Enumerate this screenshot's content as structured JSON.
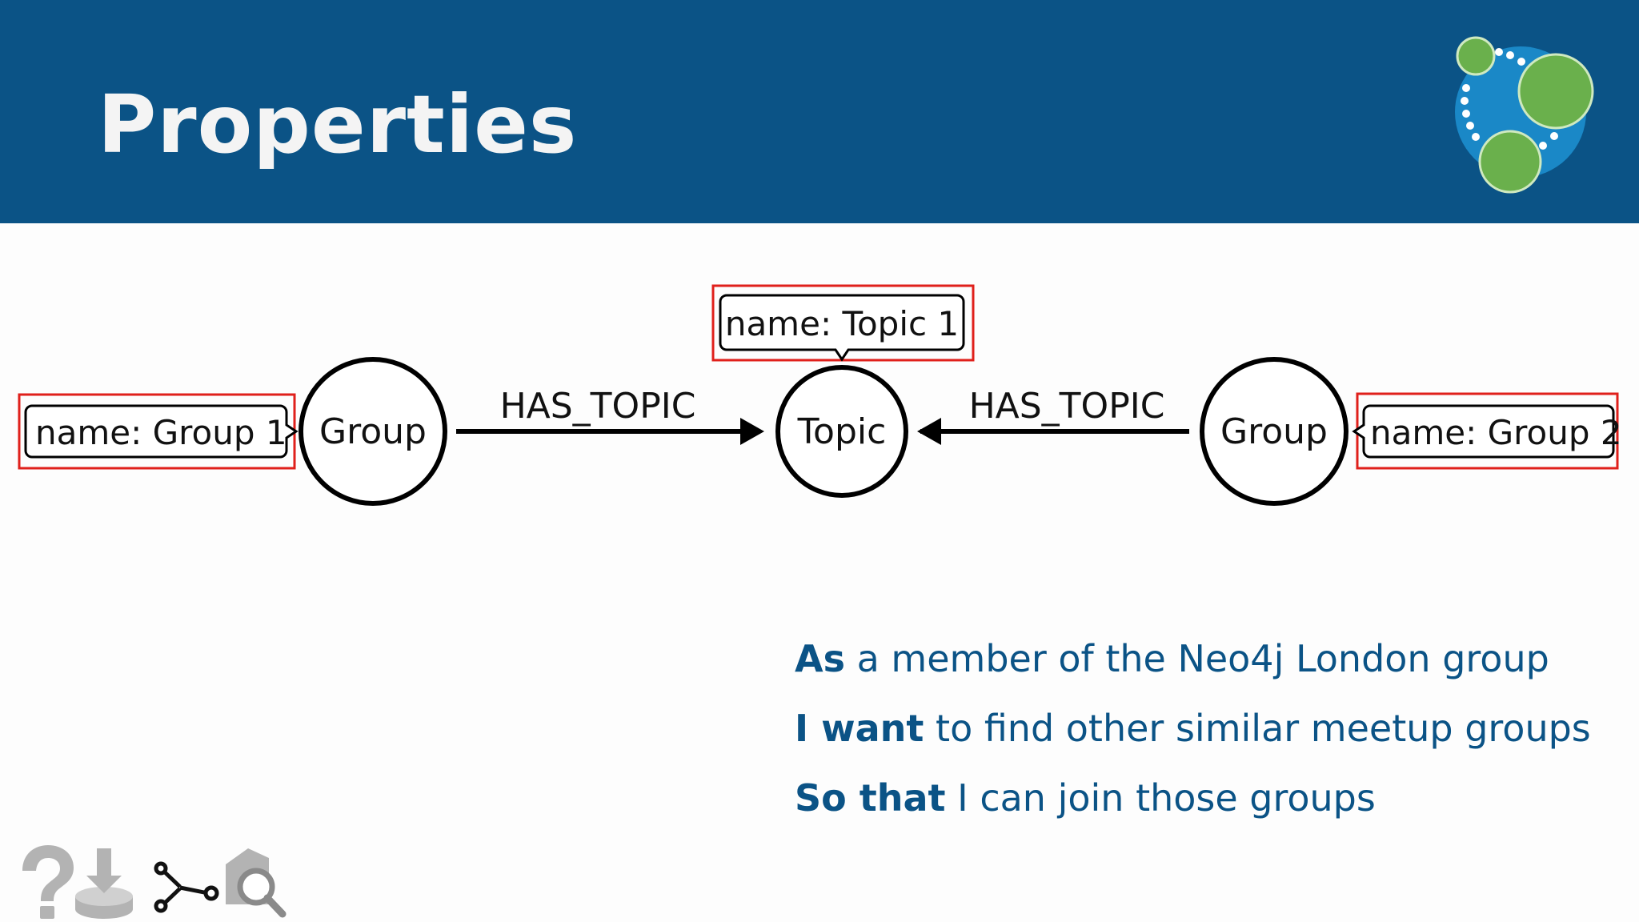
{
  "slide": {
    "title": "Properties"
  },
  "diagram": {
    "nodes": [
      {
        "label": "Group",
        "property": "name: Group 1"
      },
      {
        "label": "Topic",
        "property": "name: Topic 1"
      },
      {
        "label": "Group",
        "property": "name: Group 2"
      }
    ],
    "relationships": [
      {
        "label": "HAS_TOPIC"
      },
      {
        "label": "HAS_TOPIC"
      }
    ]
  },
  "story": {
    "lines": [
      {
        "keyword": "As",
        "text": " a member of the Neo4j London group"
      },
      {
        "keyword": "I want",
        "text": " to find other similar meetup groups"
      },
      {
        "keyword": "So that",
        "text": " I can join those groups"
      }
    ]
  },
  "toolbar": {
    "icons": [
      "help-icon",
      "download-icon",
      "graph-icon",
      "tag-search-icon"
    ]
  },
  "colors": {
    "header": "#0b5386",
    "highlight_box": "#e0201b",
    "logo_green": "#6ab04c",
    "logo_blue": "#1a88c7"
  }
}
